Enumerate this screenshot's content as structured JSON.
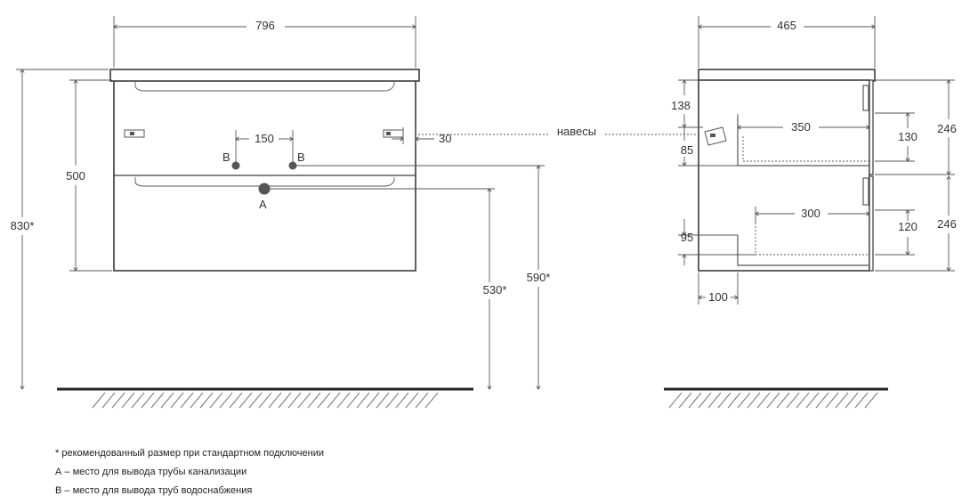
{
  "dimensions": {
    "front_width": "796",
    "front_drawer_height": "500",
    "total_height": "830*",
    "tap_spacing": "150",
    "hanger_offset": "30",
    "drain_height": "530*",
    "supply_height": "590*",
    "side_depth": "465",
    "side_top_gap": "138",
    "side_hanger_gap": "85",
    "upper_drawer_depth": "350",
    "upper_drawer_inner": "130",
    "upper_drawer_height": "246",
    "lower_drawer_depth": "300",
    "lower_drawer_inner": "120",
    "lower_drawer_height": "246",
    "lower_bottom_gap": "95",
    "back_offset": "100"
  },
  "labels": {
    "point_a": "A",
    "point_b_left": "B",
    "point_b_right": "B",
    "hangers": "навесы"
  },
  "notes": {
    "line1": "* рекомендованный размер при стандартном подключении",
    "line2": "А – место для вывода трубы канализации",
    "line3": "B – место для вывода труб водоснабжения"
  }
}
